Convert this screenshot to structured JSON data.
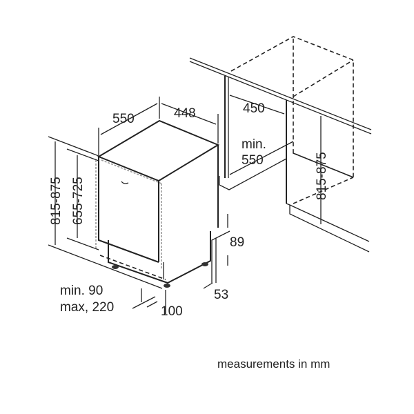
{
  "dimensions": {
    "depth": "550",
    "width": "448",
    "niche_width": "450",
    "niche_depth_min_label": "min.",
    "niche_depth_min_value": "550",
    "height_range_left": "815-875",
    "door_height_range": "655-725",
    "height_range_right": "815-875",
    "plinth_height": "89",
    "plinth_depth": "53",
    "plinth_min": "min. 90",
    "plinth_max": "max, 220",
    "plinth_offset": "100"
  },
  "caption": "measurements in mm"
}
